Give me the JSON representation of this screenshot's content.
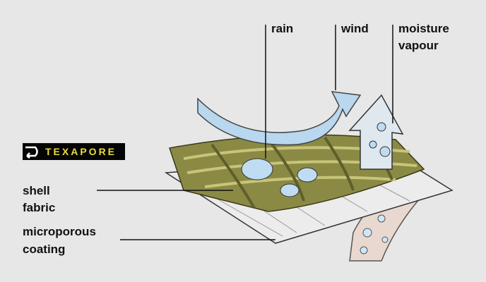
{
  "labels": {
    "rain": "rain",
    "wind": "wind",
    "moisture_line1": "moisture",
    "moisture_line2": "vapour",
    "shell_line1": "shell",
    "shell_line2": "fabric",
    "coating_line1": "microporous",
    "coating_line2": "coating"
  },
  "logo": {
    "text": "TEXAPORE"
  },
  "colors": {
    "fabric": "#8a8a45",
    "rain": "#b9d7ee",
    "background": "#e6e7e6"
  }
}
